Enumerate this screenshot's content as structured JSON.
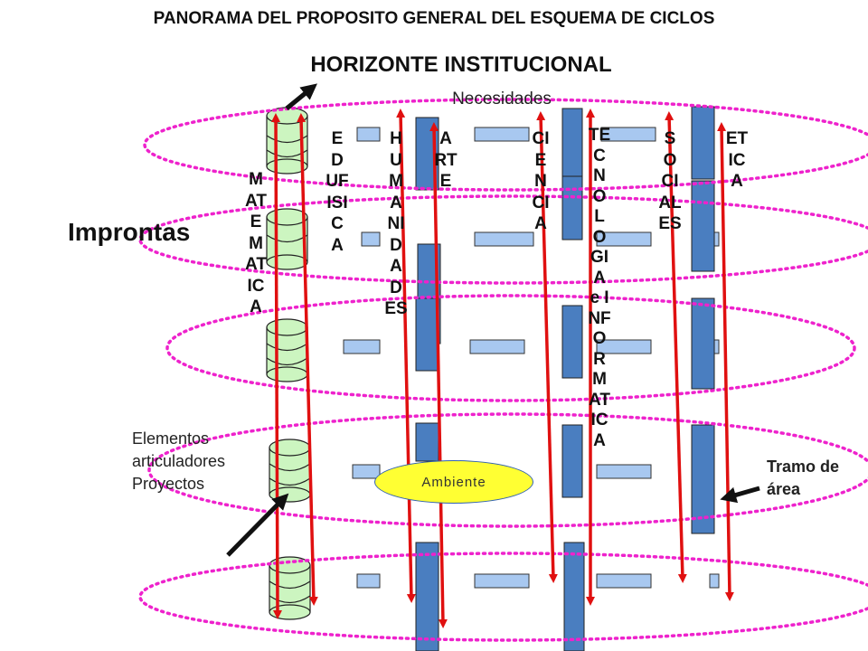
{
  "title": "PANORAMA DEL PROPOSITO GENERAL DEL ESQUEMA DE CICLOS",
  "horizonte": "HORIZONTE INSTITUCIONAL",
  "necesidades": "Necesidades",
  "improntas": "Improntas",
  "elementos": "Elementos articuladores Proyectos",
  "tramo": "Tramo de área",
  "ambiente": "Ambiente",
  "areas": {
    "matematica": "MATEMATICA",
    "edufisica": "EDUFISICA",
    "humanidades": "HUMANIDADES",
    "arte": "ARTE",
    "ciencia": "CIENCIA",
    "tecnologia": "TECNOLOGIA e INFORMATICA",
    "sociales": "SOCIALES",
    "etica": "ETICA"
  },
  "colors": {
    "ellipse": "#ee22cc",
    "arrow_red": "#e01010",
    "bar_dark": "#4a7ec0",
    "bar_light": "#a8c8f0",
    "cylinder": "#ccf5c0",
    "ambiente": "#ffff33"
  }
}
